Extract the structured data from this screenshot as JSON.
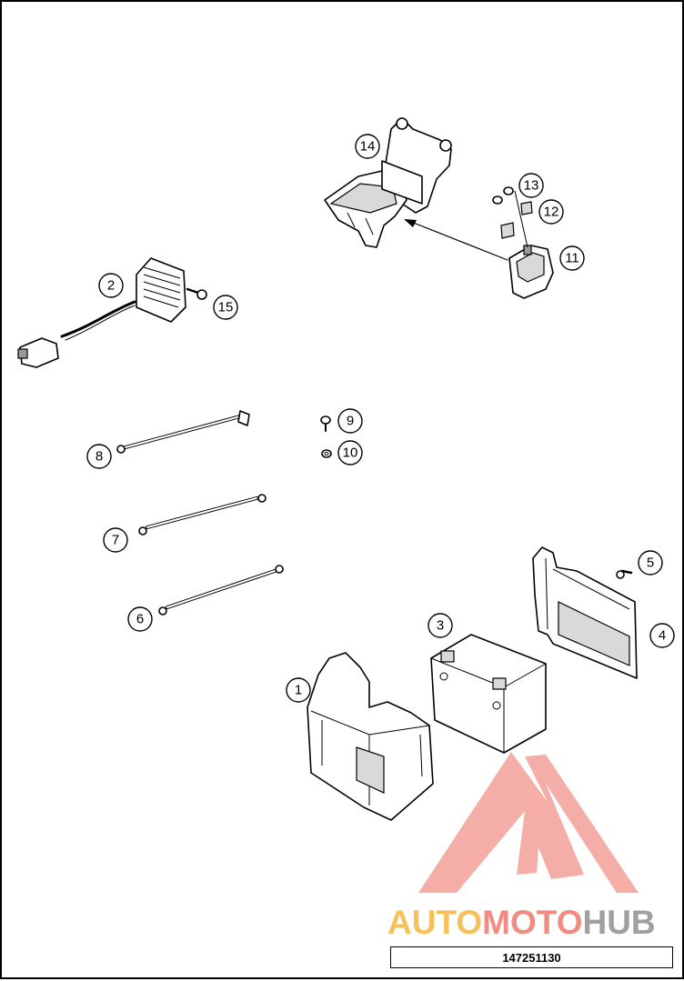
{
  "callouts": [
    {
      "id": "1",
      "label": "1"
    },
    {
      "id": "2",
      "label": "2"
    },
    {
      "id": "3",
      "label": "3"
    },
    {
      "id": "4",
      "label": "4"
    },
    {
      "id": "5",
      "label": "5"
    },
    {
      "id": "6",
      "label": "6"
    },
    {
      "id": "7",
      "label": "7"
    },
    {
      "id": "8",
      "label": "8"
    },
    {
      "id": "9",
      "label": "9"
    },
    {
      "id": "10",
      "label": "10"
    },
    {
      "id": "11",
      "label": "11"
    },
    {
      "id": "12",
      "label": "12"
    },
    {
      "id": "13",
      "label": "13"
    },
    {
      "id": "14",
      "label": "14"
    },
    {
      "id": "15",
      "label": "15"
    }
  ],
  "watermark": {
    "part_a": "AUTO",
    "part_b": "MOTO",
    "part_c": "HUB",
    "color_a": "#f6c15a",
    "color_b": "#f28b82",
    "color_c": "#a0a0a0",
    "logo_color": "#f0928a"
  },
  "document": {
    "number": "147251130"
  }
}
